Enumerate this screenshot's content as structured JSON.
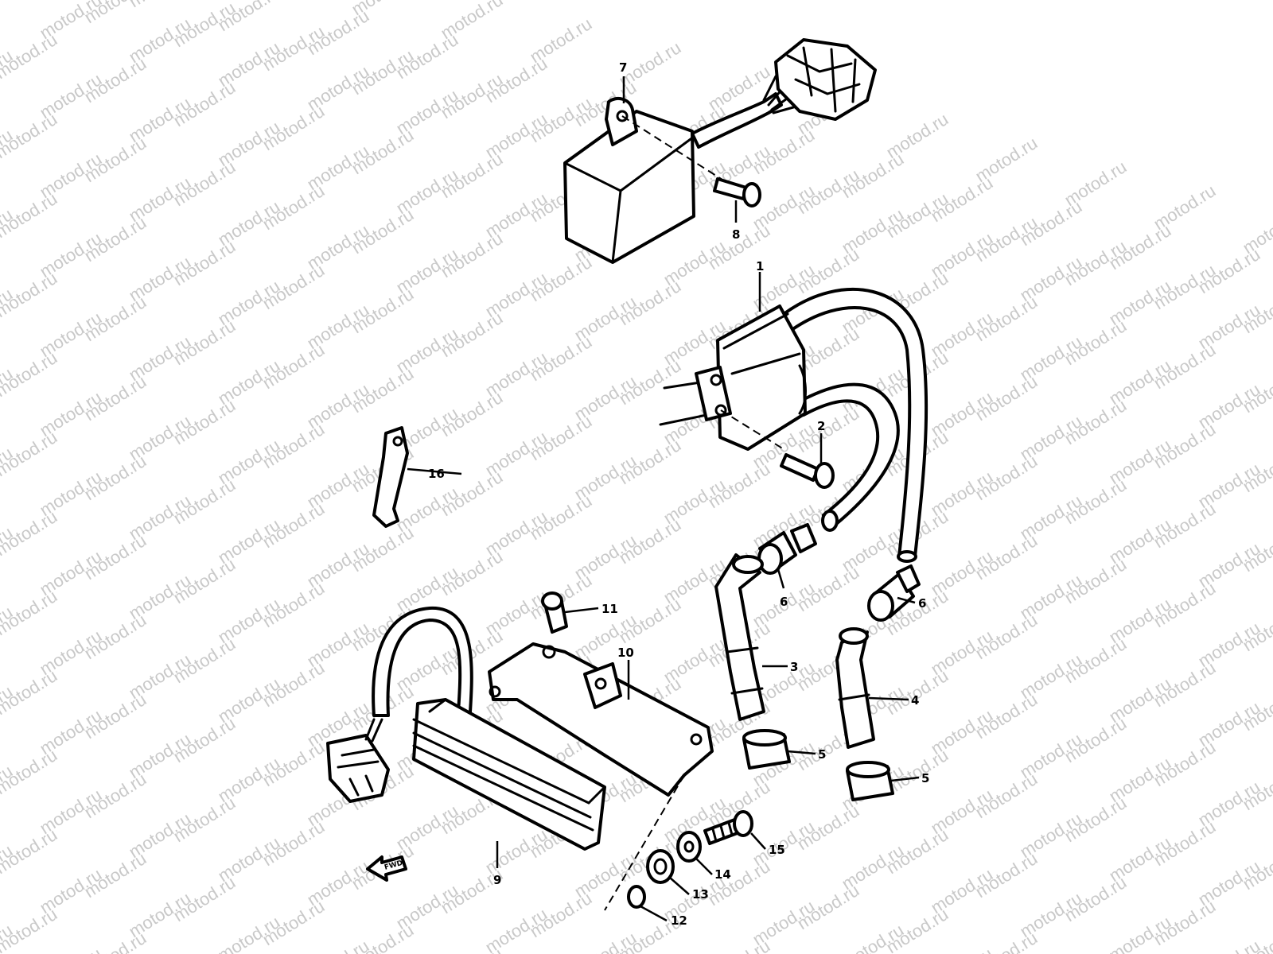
{
  "watermark": {
    "text": "motod.ru"
  },
  "direction_arrow": {
    "label": "FWD"
  },
  "parts": [
    {
      "id": "1",
      "label": "1"
    },
    {
      "id": "2",
      "label": "2"
    },
    {
      "id": "3",
      "label": "3"
    },
    {
      "id": "4",
      "label": "4"
    },
    {
      "id": "5a",
      "label": "5"
    },
    {
      "id": "5b",
      "label": "5"
    },
    {
      "id": "6a",
      "label": "6"
    },
    {
      "id": "6b",
      "label": "6"
    },
    {
      "id": "7",
      "label": "7"
    },
    {
      "id": "8",
      "label": "8"
    },
    {
      "id": "9",
      "label": "9"
    },
    {
      "id": "10",
      "label": "10"
    },
    {
      "id": "11",
      "label": "11"
    },
    {
      "id": "12",
      "label": "12"
    },
    {
      "id": "13",
      "label": "13"
    },
    {
      "id": "14",
      "label": "14"
    },
    {
      "id": "15",
      "label": "15"
    },
    {
      "id": "16",
      "label": "16"
    }
  ]
}
